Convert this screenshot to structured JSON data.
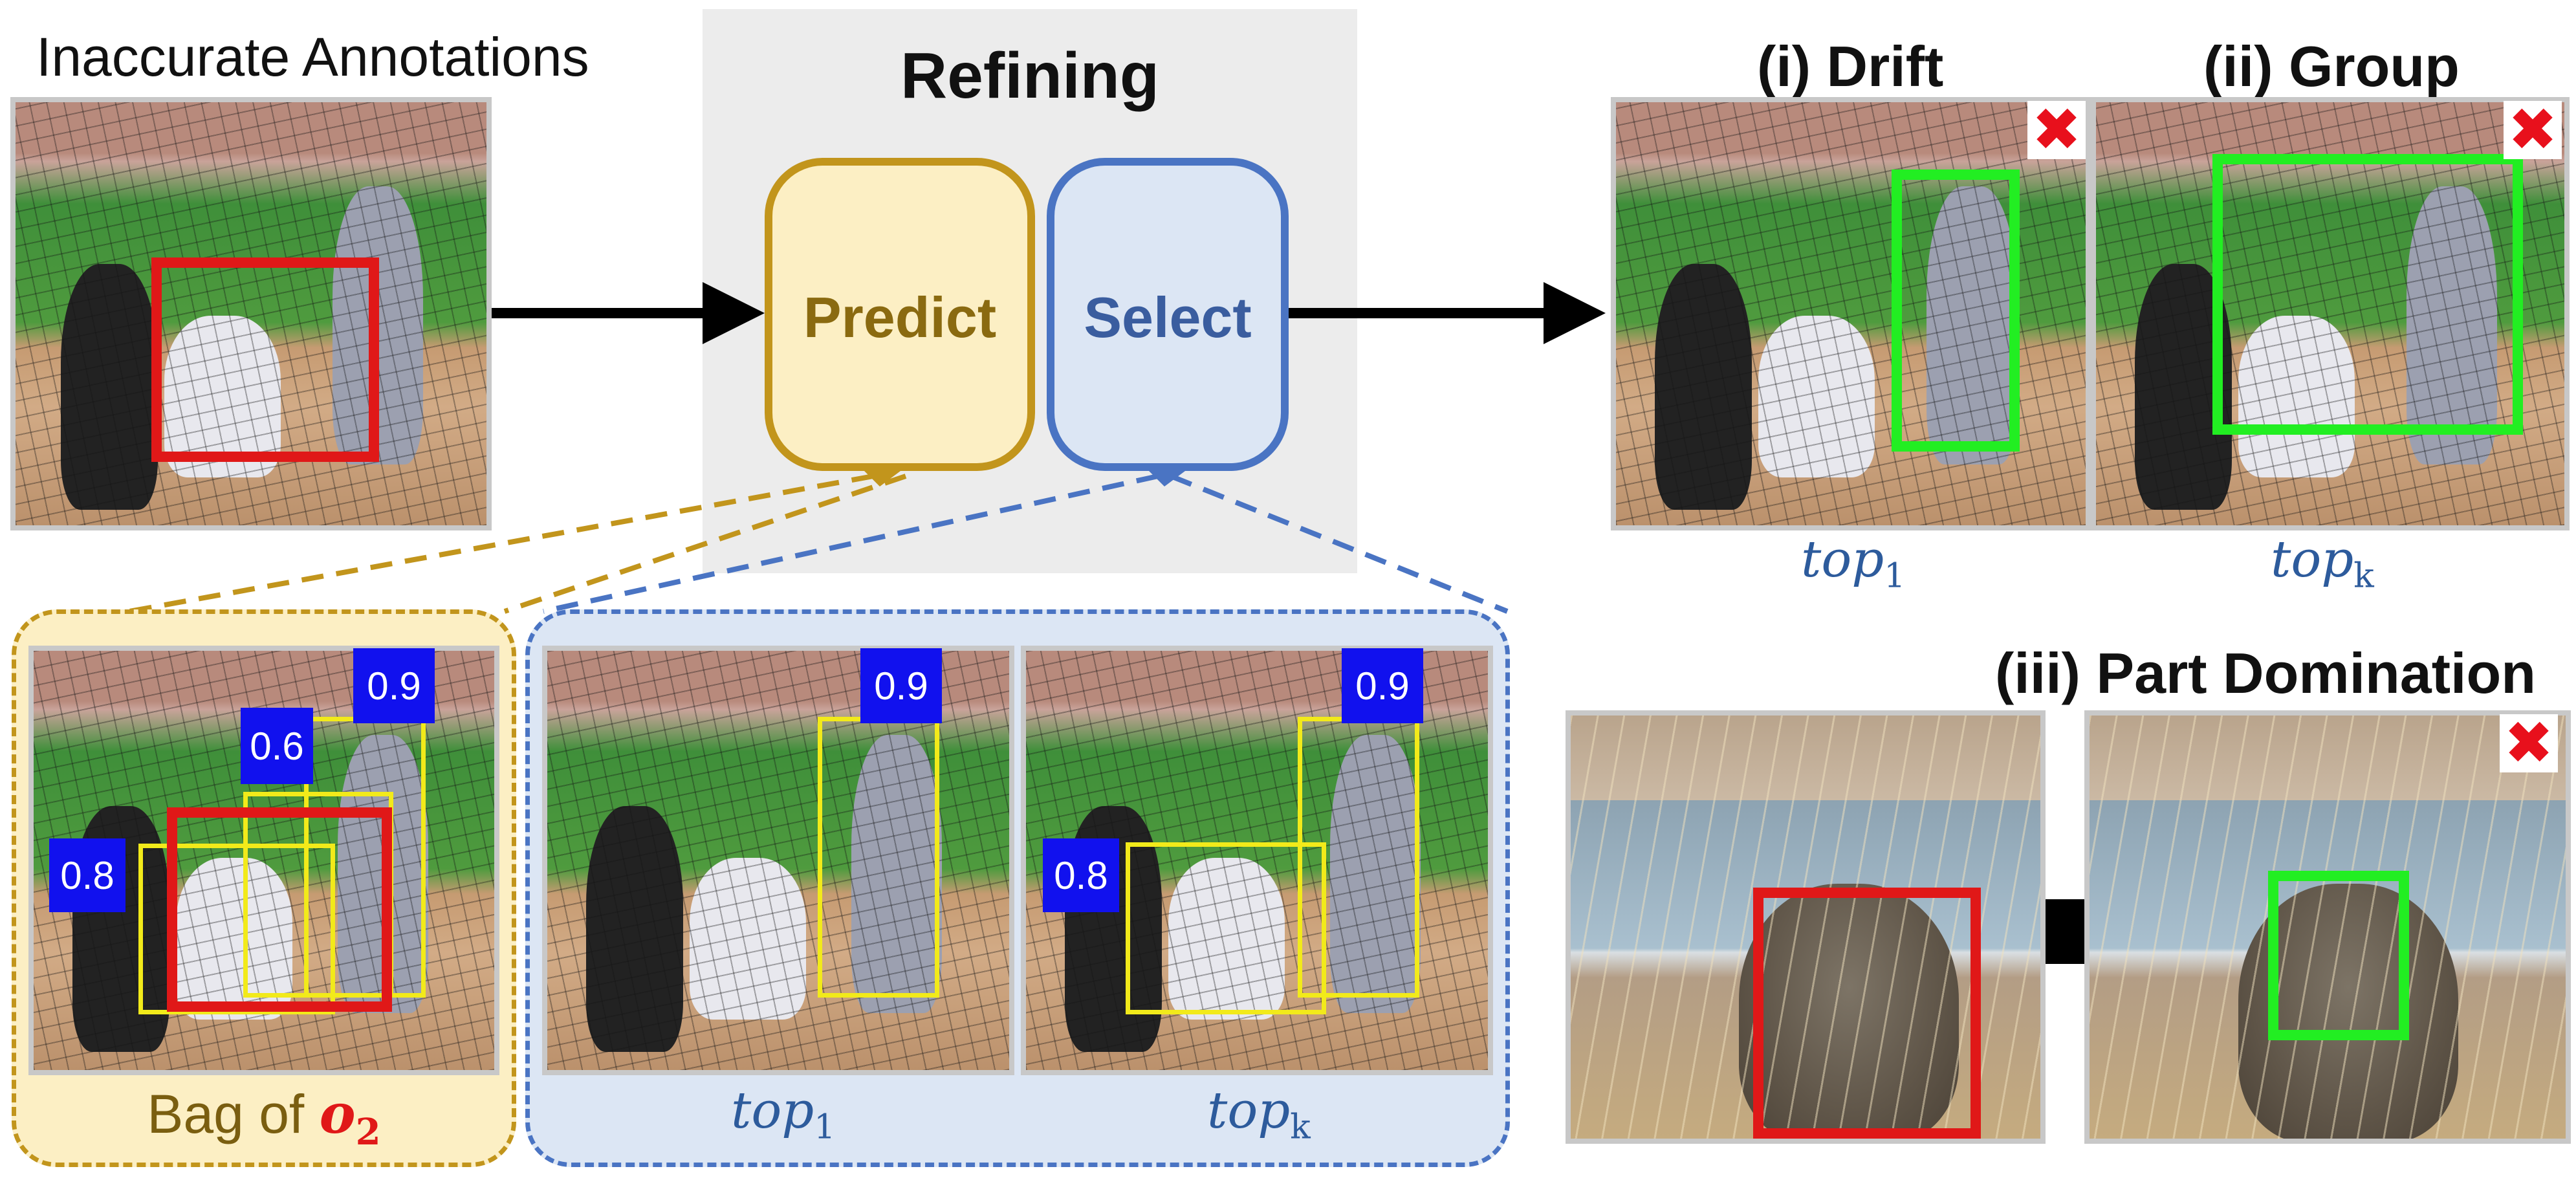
{
  "left_panel": {
    "title": "Inaccurate Annotations"
  },
  "refining": {
    "title": "Refining",
    "predict_label": "Predict",
    "select_label": "Select"
  },
  "failures": {
    "drift": {
      "title": "(i) Drift",
      "caption_base": "top",
      "caption_sub": "1"
    },
    "group": {
      "title": "(ii) Group",
      "caption_base": "top",
      "caption_sub": "k"
    },
    "part": {
      "title": "(iii) Part Domination"
    },
    "x_mark": "✖"
  },
  "bag": {
    "caption_prefix": "Bag of ",
    "caption_var": "o",
    "caption_sub": "2",
    "scores": [
      "0.9",
      "0.6",
      "0.8"
    ]
  },
  "select_panel": {
    "top1": {
      "caption_base": "top",
      "caption_sub": "1",
      "scores": [
        "0.9"
      ]
    },
    "topk": {
      "caption_base": "top",
      "caption_sub": "k",
      "scores": [
        "0.9",
        "0.8"
      ]
    }
  },
  "colors": {
    "predict_fill": "#fcefc4",
    "predict_border": "#c2951c",
    "predict_text": "#8a6a10",
    "select_fill": "#dce6f4",
    "select_border": "#4a74c3",
    "select_text": "#3a5d9f",
    "refining_bg": "#ececec",
    "red_box": "#e01818",
    "green_box": "#22ee22",
    "yellow_box": "#f2ea1a",
    "score_bg": "#1111ee"
  }
}
